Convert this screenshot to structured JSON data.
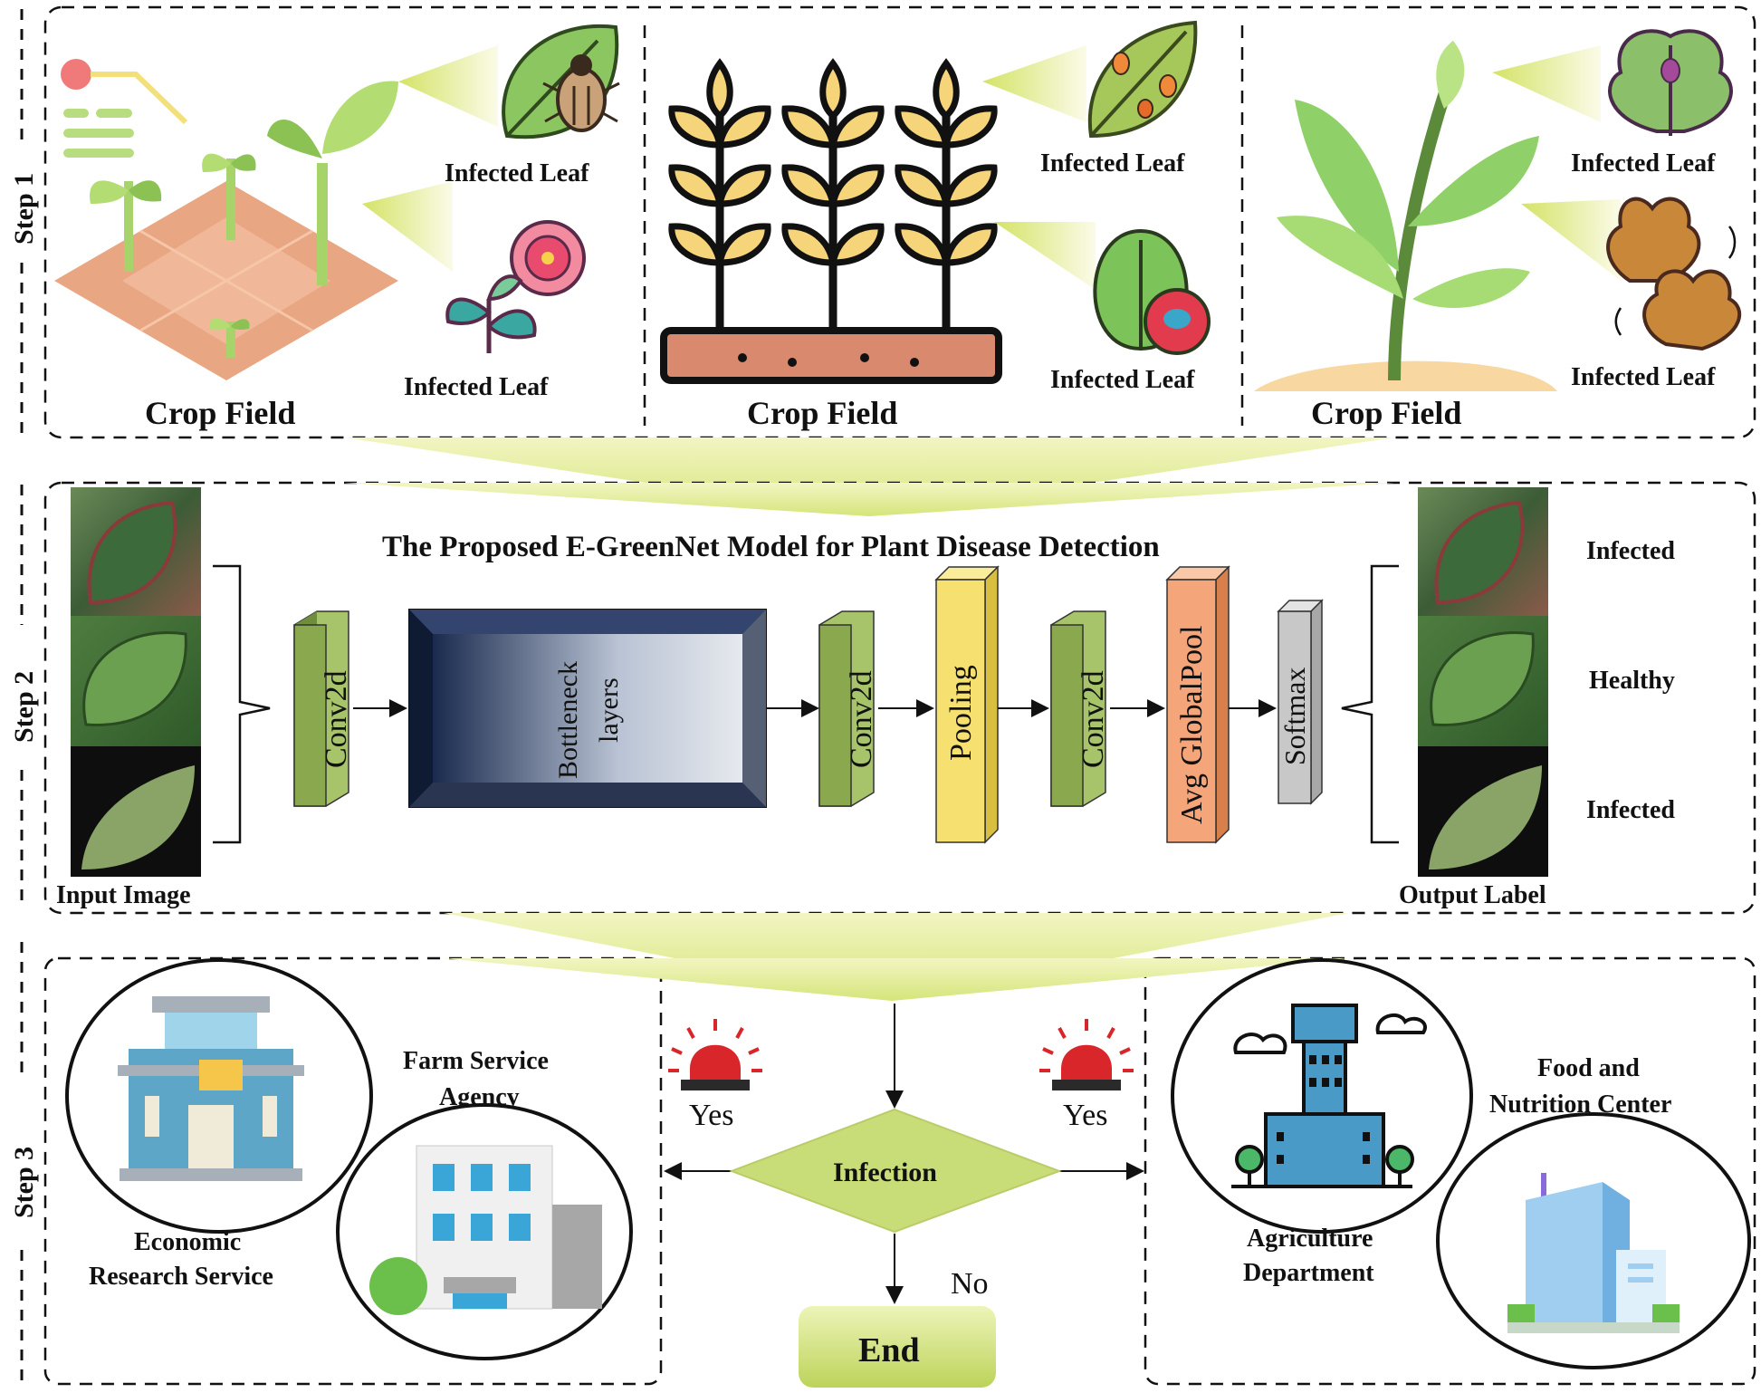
{
  "steps": {
    "s1": "Step 1",
    "s2": "Step 2",
    "s3": "Step 3"
  },
  "step1": {
    "infected_leaf_1": "Infected Leaf",
    "infected_leaf_2": "Infected Leaf",
    "infected_leaf_3": "Infected Leaf",
    "infected_leaf_4": "Infected Leaf",
    "infected_leaf_5": "Infected Leaf",
    "infected_leaf_6": "Infected Leaf",
    "crop_field_1": "Crop Field",
    "crop_field_2": "Crop Field",
    "crop_field_3": "Crop Field"
  },
  "step2": {
    "title": "The Proposed E-GreenNet Model for Plant Disease Detection",
    "layers": {
      "conv1": "Conv2d",
      "bottleneck_1": "Bottleneck",
      "bottleneck_2": "layers",
      "conv2": "Conv2d",
      "pooling": "Pooling",
      "conv3": "Conv2d",
      "avgpool": "Avg GlobalPool",
      "softmax": "Softmax"
    },
    "input_label": "Input Image",
    "output_label": "Output Label",
    "outputs": [
      "Infected",
      "Healthy",
      "Infected"
    ]
  },
  "step3": {
    "farm_service_1": "Farm Service",
    "farm_service_2": "Agency",
    "economic_1": "Economic",
    "economic_2": "Research Service",
    "yes_left": "Yes",
    "yes_right": "Yes",
    "decision": "Infection",
    "no": "No",
    "end": "End",
    "agri_1": "Agriculture",
    "agri_2": "Department",
    "food_1": "Food and",
    "food_2": "Nutrition  Center"
  },
  "colors": {
    "beam": "#e4ec9c",
    "decision": "#c8dc78",
    "conv": "#8aa84e",
    "pooling": "#f6e170",
    "avgpool": "#f4a67a",
    "softmax": "#c8c8c8",
    "alarm": "#d9262b"
  }
}
